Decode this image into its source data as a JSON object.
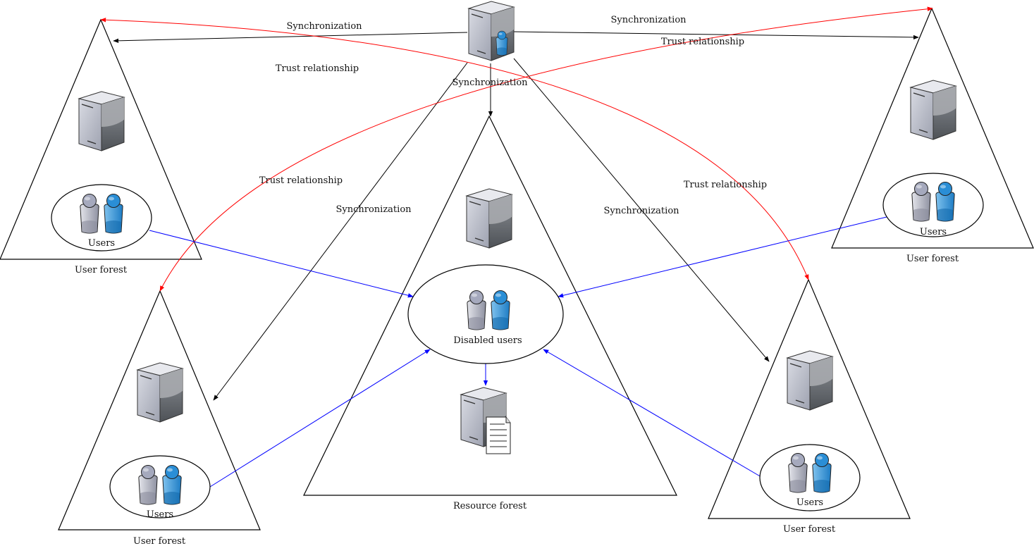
{
  "colors": {
    "synchronization": "#000000",
    "trust": "#ff0000",
    "user_link": "#0000ff",
    "server_light": "#c9ccd6",
    "server_dark": "#5d6167",
    "user_blue": "#2f8fd4",
    "user_gray": "#a9acbc"
  },
  "labels": {
    "sync_top_left": "Synchronization",
    "sync_top_right": "Synchronization",
    "sync_top_center": "Synchronization",
    "sync_mid_left": "Synchronization",
    "sync_mid_right": "Synchronization",
    "trust_top_left": "Trust relationship",
    "trust_top_right": "Trust relationship",
    "trust_mid_left": "Trust relationship",
    "trust_mid_right": "Trust relationship"
  },
  "forests": {
    "resource": {
      "title": "Resource forest",
      "group_label": "Disabled users"
    },
    "top_left": {
      "title": "User forest",
      "group_label": "Users"
    },
    "top_right": {
      "title": "User forest",
      "group_label": "Users"
    },
    "bottom_left": {
      "title": "User forest",
      "group_label": "Users"
    },
    "bottom_right": {
      "title": "User forest",
      "group_label": "Users"
    }
  },
  "icons": {
    "sync_server": "server-with-user-icon",
    "domain_server": "server-icon",
    "users": "users-icon",
    "file_server": "file-server-icon"
  }
}
